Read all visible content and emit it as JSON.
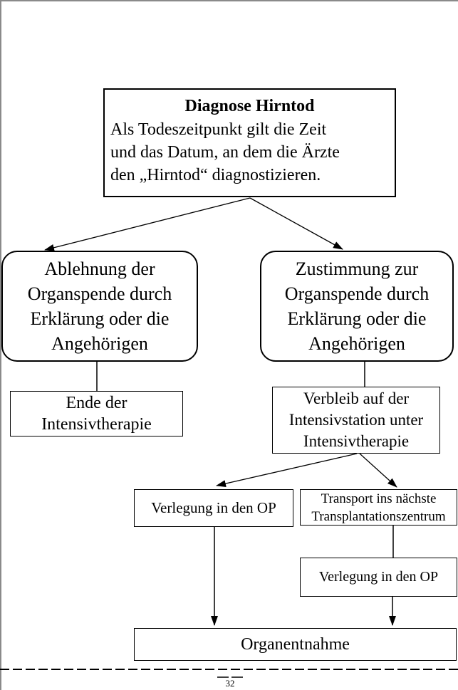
{
  "flowchart": {
    "diagnose": {
      "title": "Diagnose Hirntod",
      "lines": [
        "Als Todeszeitpunkt gilt die Zeit",
        "und das Datum, an dem die Ärzte",
        "den „Hirntod“ diagnostizieren."
      ]
    },
    "ablehnung": {
      "lines": [
        "Ablehnung der",
        "Organspende durch",
        "Erklärung oder die",
        "Angehörigen"
      ]
    },
    "zustimmung": {
      "lines": [
        "Zustimmung zur",
        "Organspende durch",
        "Erklärung oder die",
        "Angehörigen"
      ]
    },
    "ende_intensivtherapie": {
      "lines": [
        "Ende der",
        "Intensivtherapie"
      ]
    },
    "verbleib": {
      "lines": [
        "Verbleib auf der",
        "Intensivstation unter",
        "Intensivtherapie"
      ]
    },
    "verlegung_op_links": {
      "label": "Verlegung in den OP"
    },
    "transport": {
      "lines": [
        "Transport ins nächste",
        "Transplantationszentrum"
      ]
    },
    "verlegung_op_rechts": {
      "label": "Verlegung in den OP"
    },
    "organentnahme": {
      "label": "Organentnahme"
    }
  },
  "footer": {
    "page_number": "32"
  },
  "colors": {
    "box_border": "#000000",
    "text": "#000000",
    "background": "#ffffff",
    "page_frame": "#8a8a8a"
  }
}
